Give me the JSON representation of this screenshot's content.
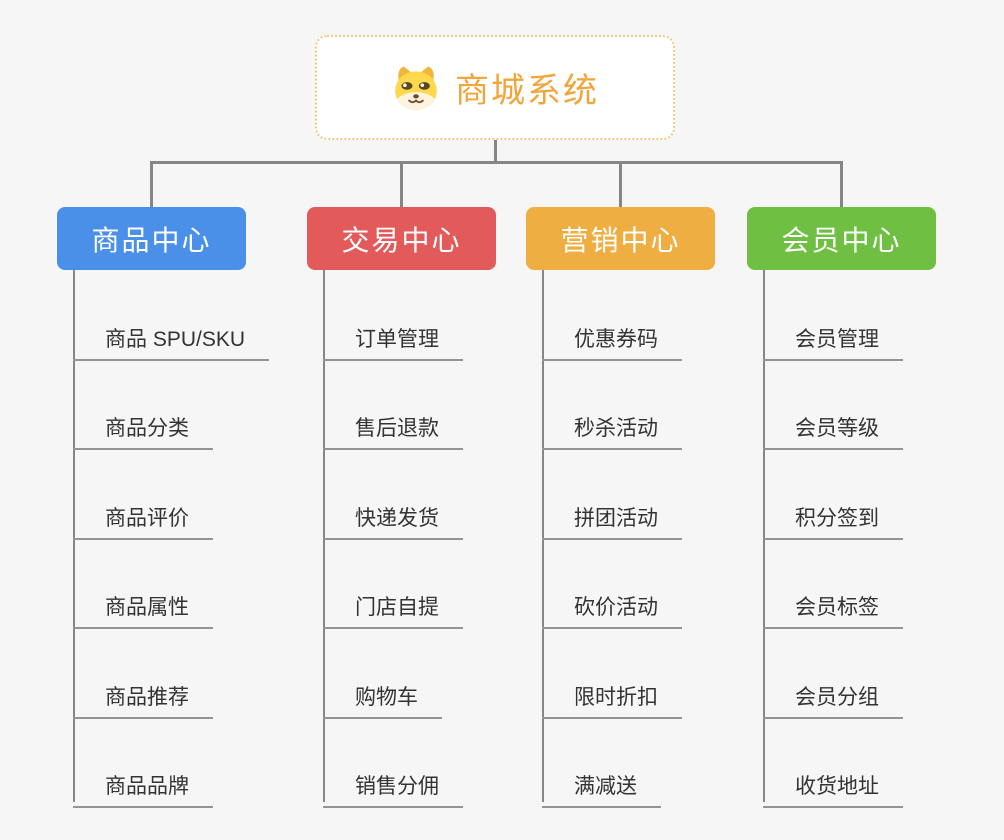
{
  "page": {
    "background": "#f6f6f7",
    "text_color": "#333333"
  },
  "root": {
    "label": "商城系统",
    "icon": "doge-icon",
    "text_color": "#f0a63b",
    "border_color": "#f4c87d",
    "background": "#ffffff"
  },
  "connectors": {
    "color": "#868686",
    "underline_color": "#949494"
  },
  "branches": [
    {
      "label": "商品中心",
      "color": "#4a8fe8",
      "items": [
        "商品 SPU/SKU",
        "商品分类",
        "商品评价",
        "商品属性",
        "商品推荐",
        "商品品牌"
      ]
    },
    {
      "label": "交易中心",
      "color": "#e25a5a",
      "items": [
        "订单管理",
        "售后退款",
        "快递发货",
        "门店自提",
        "购物车",
        "销售分佣"
      ]
    },
    {
      "label": "营销中心",
      "color": "#efae41",
      "items": [
        "优惠券码",
        "秒杀活动",
        "拼团活动",
        "砍价活动",
        "限时折扣",
        "满减送"
      ]
    },
    {
      "label": "会员中心",
      "color": "#6fbf43",
      "items": [
        "会员管理",
        "会员等级",
        "积分签到",
        "会员标签",
        "会员分组",
        "收货地址"
      ]
    }
  ]
}
